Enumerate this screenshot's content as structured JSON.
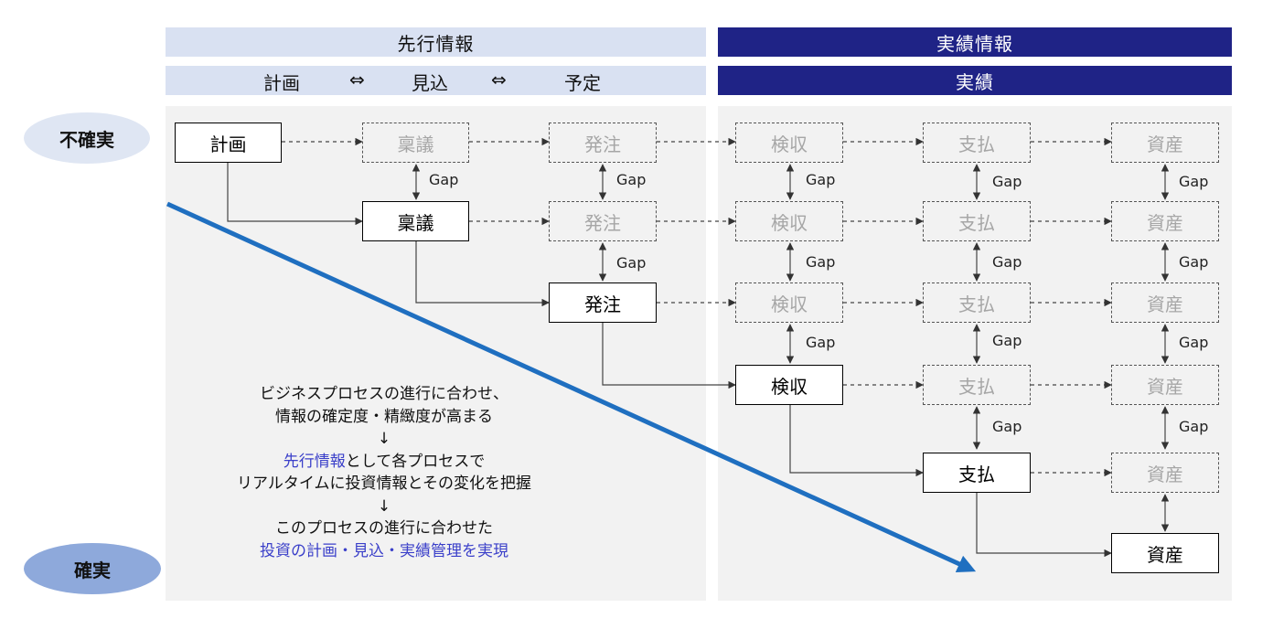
{
  "headers": {
    "advance": "先行情報",
    "actual": "実績情報",
    "plan_flow": [
      "計画",
      "⇔",
      "見込",
      "⇔",
      "予定"
    ],
    "actual_sub": "実績"
  },
  "certainty": {
    "uncertain": "不確実",
    "certain": "確実"
  },
  "stages": {
    "plan": "計画",
    "proposal": "稟議",
    "order": "発注",
    "inspection": "検収",
    "payment": "支払",
    "asset": "資産"
  },
  "gap_label": "Gap",
  "note": {
    "line1": "ビジネスプロセスの進行に合わせ、",
    "line2": "情報の確定度・精緻度が高まる",
    "arrow1": "↓",
    "line3_highlight": "先行情報",
    "line3_rest": "として各プロセスで",
    "line4": "リアルタイムに投資情報とその変化を把握",
    "arrow2": "↓",
    "line5": "このプロセスの進行に合わせた",
    "line6_highlight": "投資の計画・見込・実績管理を実現"
  },
  "colors": {
    "header_light": "#d9e1f2",
    "header_dark": "#1f2386",
    "panel": "#f2f2f2",
    "oval_light": "#dfe6f3",
    "oval_mid": "#8ea9db",
    "trend_arrow": "#1f6fc0",
    "highlight_text": "#3a3fc9"
  }
}
